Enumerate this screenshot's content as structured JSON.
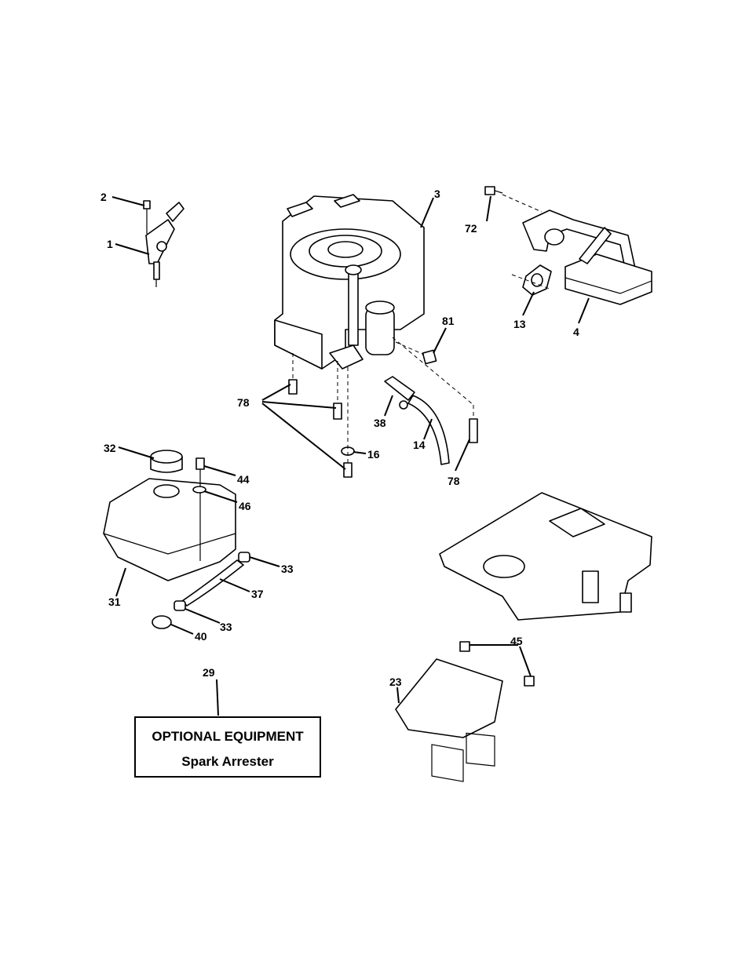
{
  "callouts": {
    "c1": "1",
    "c2": "2",
    "c3": "3",
    "c4": "4",
    "c13": "13",
    "c14": "14",
    "c16": "16",
    "c23": "23",
    "c29": "29",
    "c31": "31",
    "c32": "32",
    "c33a": "33",
    "c33b": "33",
    "c37": "37",
    "c38": "38",
    "c40": "40",
    "c44": "44",
    "c45": "45",
    "c46": "46",
    "c72": "72",
    "c78a": "78",
    "c78b": "78",
    "c81": "81"
  },
  "optional_box": {
    "line1": "OPTIONAL EQUIPMENT",
    "line2": "Spark Arrester"
  }
}
